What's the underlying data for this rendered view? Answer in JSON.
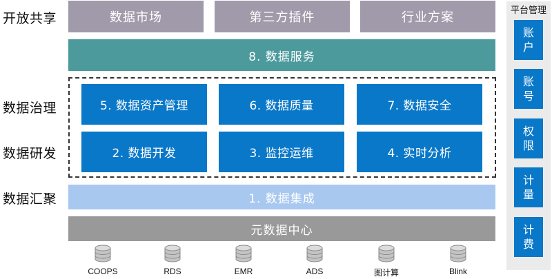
{
  "rows": {
    "share": "开放共享",
    "governance": "数据治理",
    "dev": "数据研发",
    "integration": "数据汇聚"
  },
  "share_boxes": [
    "数据市场",
    "第三方插件",
    "行业方案"
  ],
  "service": "8. 数据服务",
  "governance_boxes": [
    "5. 数据资产管理",
    "6. 数据质量",
    "7. 数据安全"
  ],
  "dev_boxes": [
    "2. 数据开发",
    "3. 监控运维",
    "4. 实时分析"
  ],
  "integration_box": "1. 数据集成",
  "metadata": "元数据中心",
  "sources": [
    "COOPS",
    "RDS",
    "EMR",
    "ADS",
    "图计算",
    "Blink"
  ],
  "platform": {
    "title": "平台管理",
    "items": [
      "账户",
      "账号",
      "权限",
      "计量",
      "计费"
    ]
  },
  "colors": {
    "share": "#a09aaa",
    "service": "#4d9a9c",
    "module": "#0a78c8",
    "integration": "#a9c8f0",
    "metadata": "#999999",
    "panel": "#ebebeb"
  },
  "icons": {
    "source": "database-icon"
  }
}
